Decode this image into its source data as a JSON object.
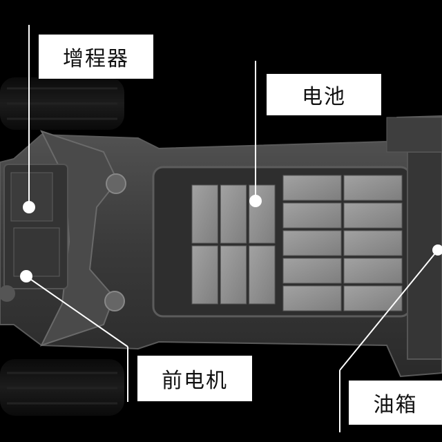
{
  "labels": {
    "range_extender": "增程器",
    "battery": "电池",
    "front_motor": "前电机",
    "fuel_tank": "油箱"
  },
  "colors": {
    "background": "#000000",
    "chassis": "#3a3a3a",
    "battery_module": "#8f8f8f",
    "label_bg": "#ffffff",
    "label_text": "#111111",
    "leader_line": "#ffffff"
  },
  "battery_modules": {
    "left_pack": {
      "columns": 3,
      "rows": 2
    },
    "right_pack": {
      "columns": 2,
      "rows": 5
    }
  }
}
